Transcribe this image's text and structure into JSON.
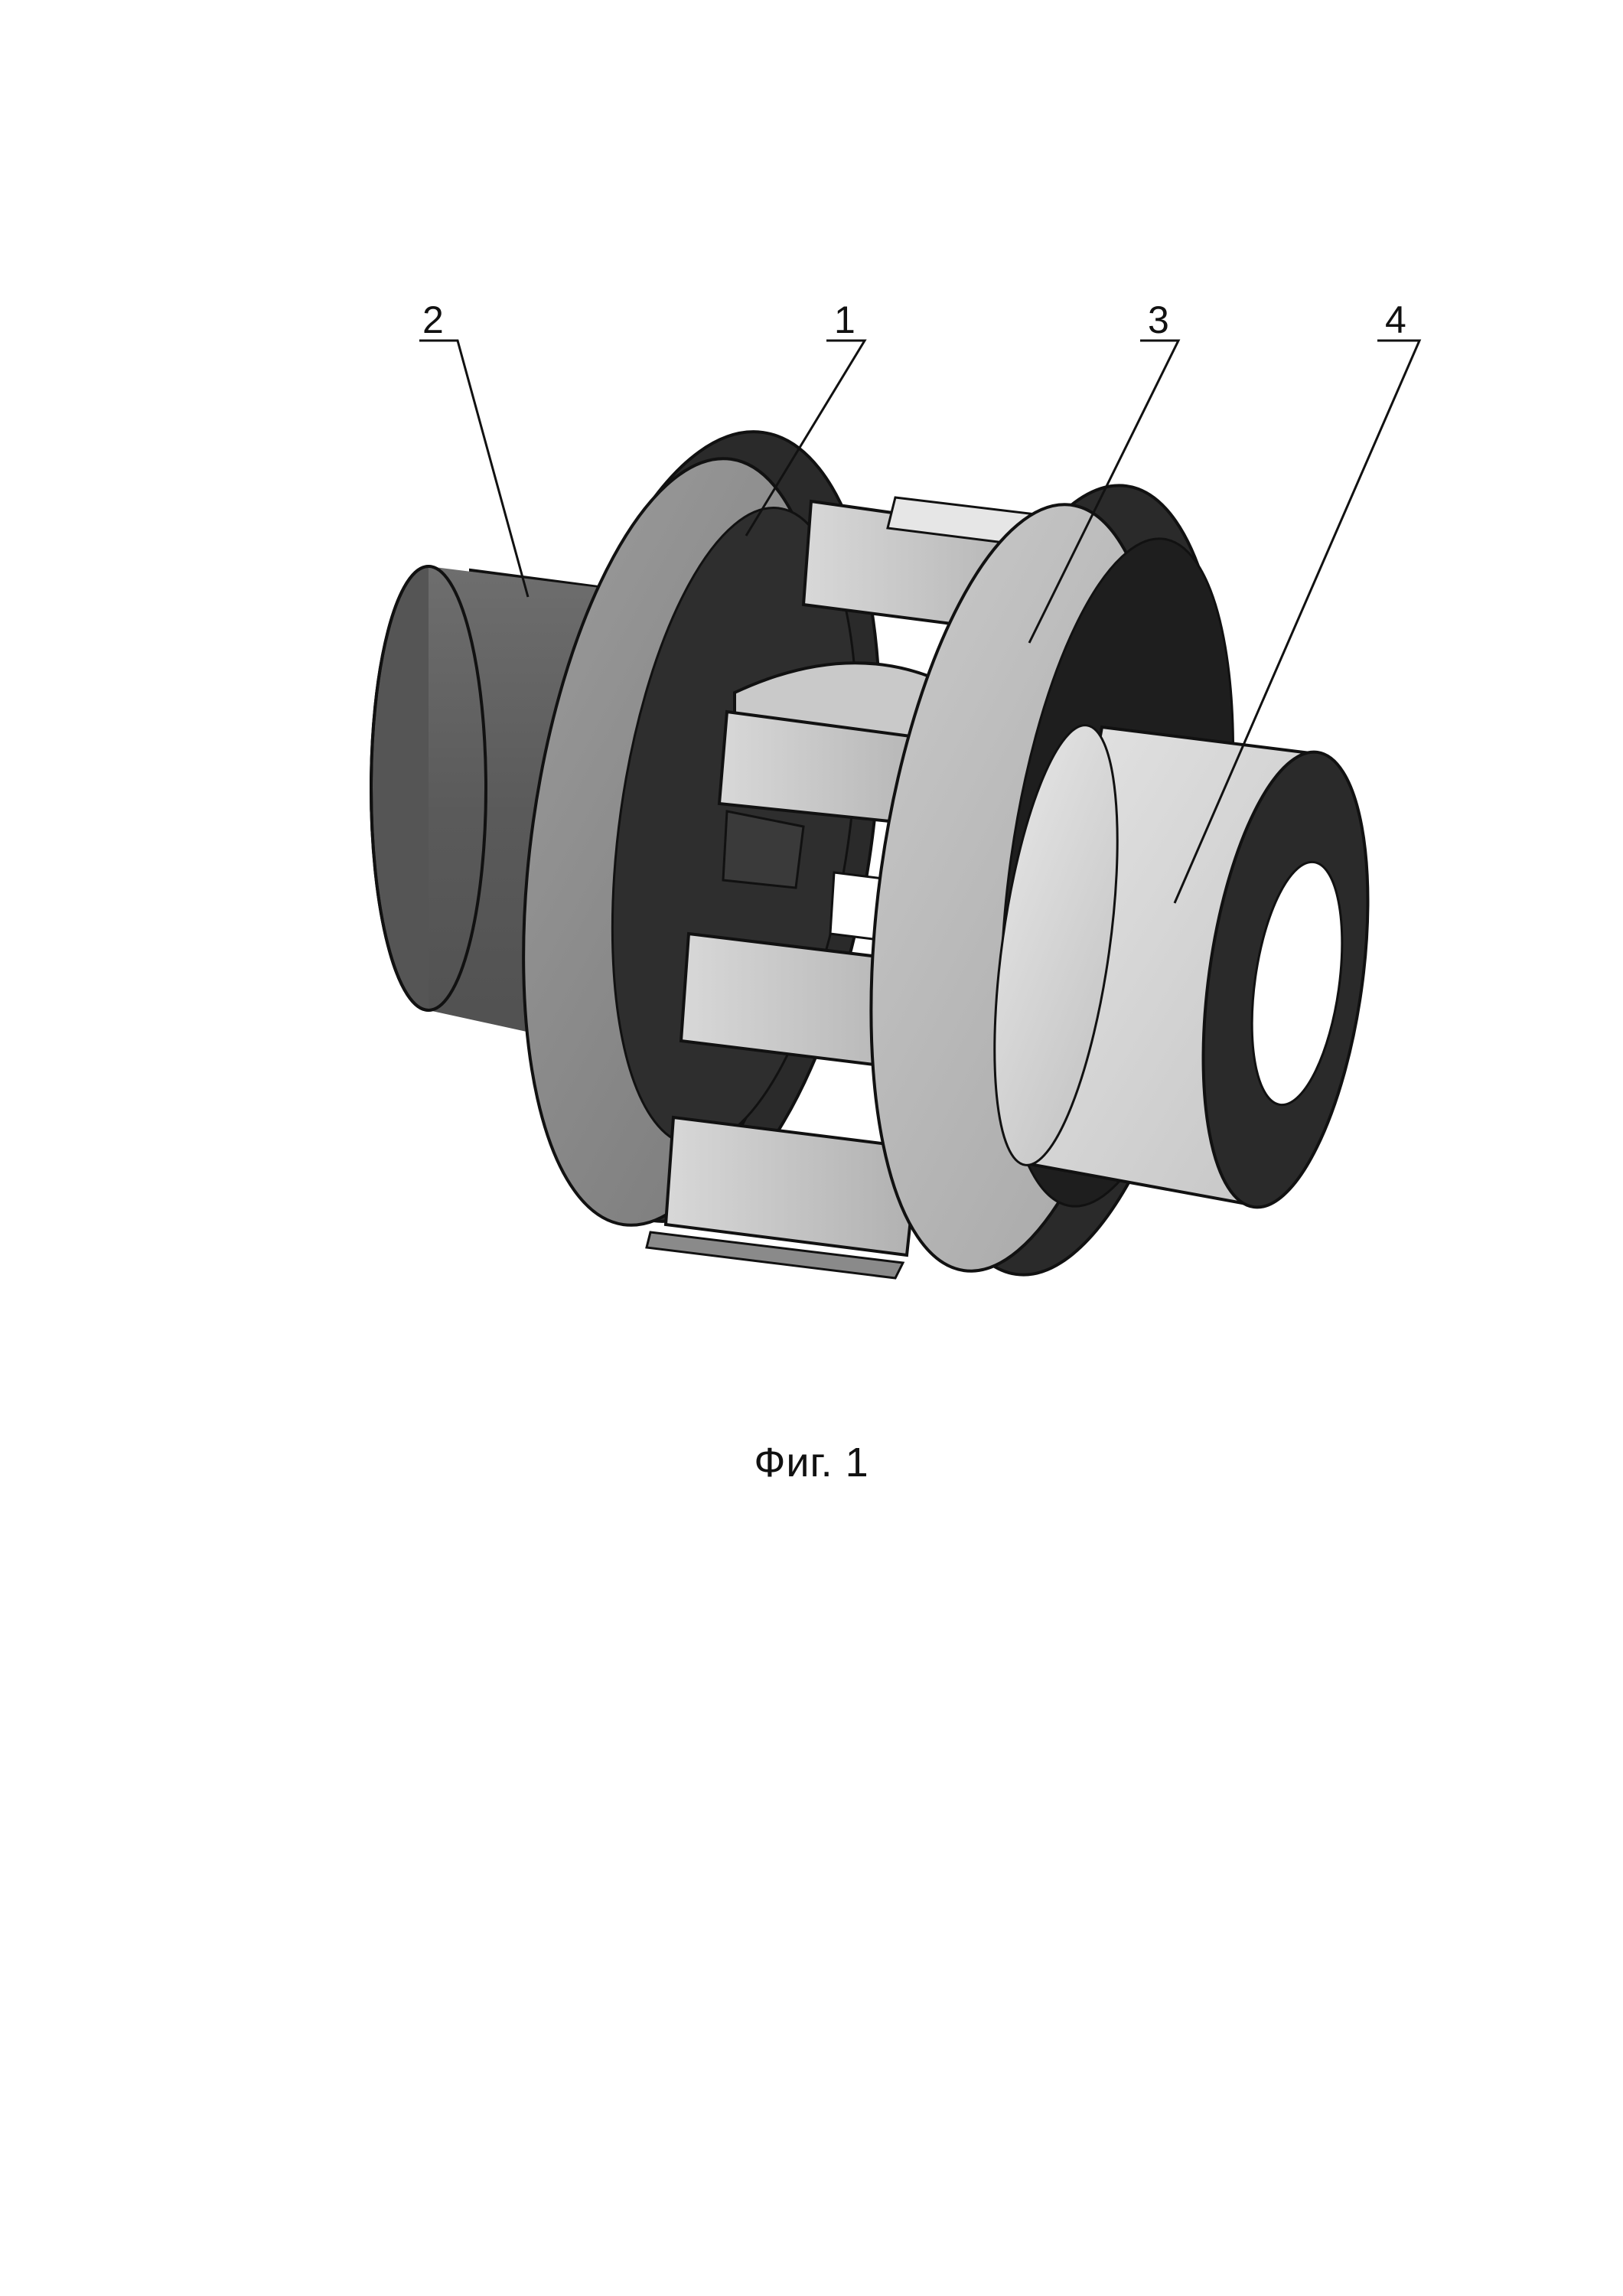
{
  "figure": {
    "caption": "Фиг. 1",
    "callouts": [
      {
        "id": "callout-2",
        "number": "2"
      },
      {
        "id": "callout-1",
        "number": "1"
      },
      {
        "id": "callout-3",
        "number": "3"
      },
      {
        "id": "callout-4",
        "number": "4"
      }
    ]
  },
  "colors": {
    "hub_left_dark": "#5a5a5a",
    "hub_right_light": "#dcdcdc",
    "flange_face": "#8a8a8a",
    "flange_rim_dark": "#2a2a2a",
    "blade": "#c8c8c8",
    "outline": "#111111"
  },
  "icons": [
    "coupling-assembly-drawing"
  ]
}
